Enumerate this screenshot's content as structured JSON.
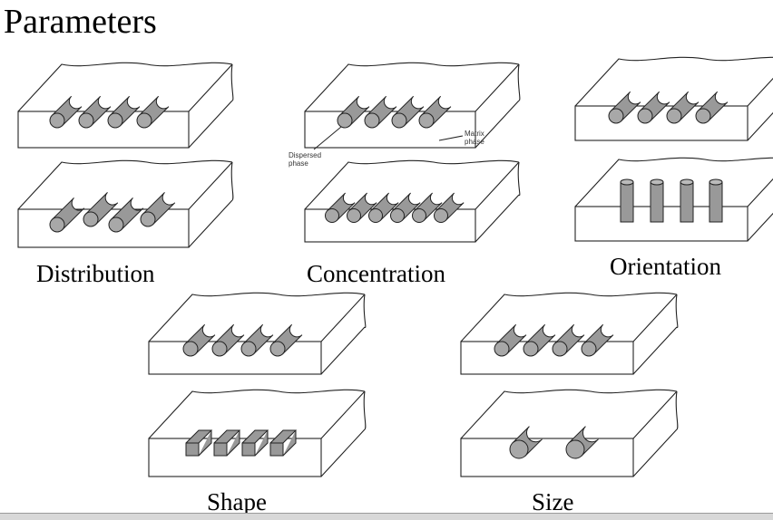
{
  "title": "Parameters",
  "labels": {
    "distribution": "Distribution",
    "concentration": "Concentration",
    "orientation": "Orientation",
    "shape": "Shape",
    "size": "Size",
    "matrix_phase": "Matrix\nphase",
    "dispersed_phase": "Dispersed\nphase"
  },
  "colors": {
    "fill": "#999999",
    "stroke": "#222222",
    "bar": "#d8d8d8"
  }
}
